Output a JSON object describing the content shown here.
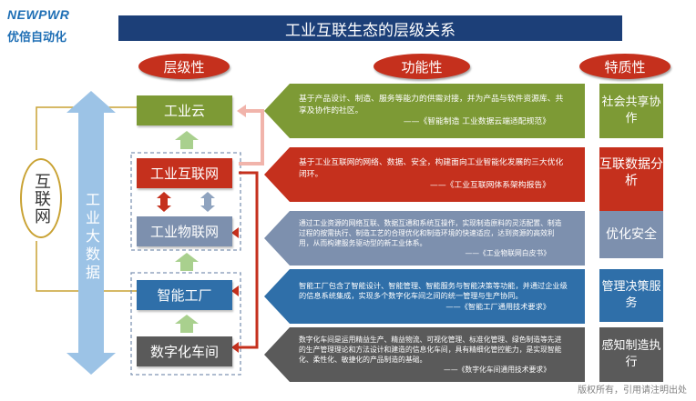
{
  "logo": {
    "brand": "NEWPWR",
    "name": "优倍自动化"
  },
  "title": "工业互联生态的层级关系",
  "headers": {
    "level": "层级性",
    "function": "功能性",
    "feature": "特质性"
  },
  "left": {
    "internet": "互联网",
    "bigdata": "工业大数据"
  },
  "layers": [
    {
      "label": "工业云",
      "color": "#7d9a35"
    },
    {
      "label": "工业互联网",
      "color": "#c5301d"
    },
    {
      "label": "工业物联网",
      "color": "#7d90ae"
    },
    {
      "label": "智能工厂",
      "color": "#2f6fa9"
    },
    {
      "label": "数字化车间",
      "color": "#5a5a5a"
    }
  ],
  "functions": [
    {
      "text": "基于产品设计、制造、服务等能力的供需对接，并为产品与软件资源库、共享及协作的社区。",
      "source": "——《智能制造 工业数据云端适配规范》",
      "color": "#7d9a35"
    },
    {
      "text": "基于工业互联网的网络、数据、安全，构建面向工业智能化发展的三大优化闭环。",
      "source": "——《工业互联网体系架构报告》",
      "color": "#c5301d"
    },
    {
      "text": "通过工业资源的网络互联、数据互通和系统互操作，实现制造原料的灵活配置、制造过程的按需执行、制造工艺的合理优化和制造环境的快速适应，达到资源的高效利用，从而构建服务驱动型的新工业体系。",
      "source": "——《工业物联网白皮书》",
      "color": "#7d90ae"
    },
    {
      "text": "智能工厂包含了智能设计、智能管理、智能服务与智能决策等功能，并通过企业级的信息系统集成，实现多个数字化车间之间的统一管理与生产协同。",
      "source": "——《智能工厂通用技术要求》",
      "color": "#2f6fa9"
    },
    {
      "text": "数字化车间是运用精益生产、精益物流、可视化管理、标准化管理、绿色制造等先进的生产管理理论和方法设计和建造的信息化车间，具有精细化管控能力，是实现智能化、柔性化、敏捷化的产品制造的基础。",
      "source": "——《数字化车间通用技术要求》",
      "color": "#5a5a5a"
    }
  ],
  "features": [
    {
      "text": "社会共享协作",
      "color": "#7d9a35"
    },
    {
      "text": "互联数据分析",
      "color": "#c5301d"
    },
    {
      "text": "优化安全",
      "color": "#7d90ae"
    },
    {
      "text": "管理决策服务",
      "color": "#2f6fa9"
    },
    {
      "text": "感知制造执行",
      "color": "#5a5a5a"
    }
  ],
  "footer": "版权所有，引用请注明出处"
}
